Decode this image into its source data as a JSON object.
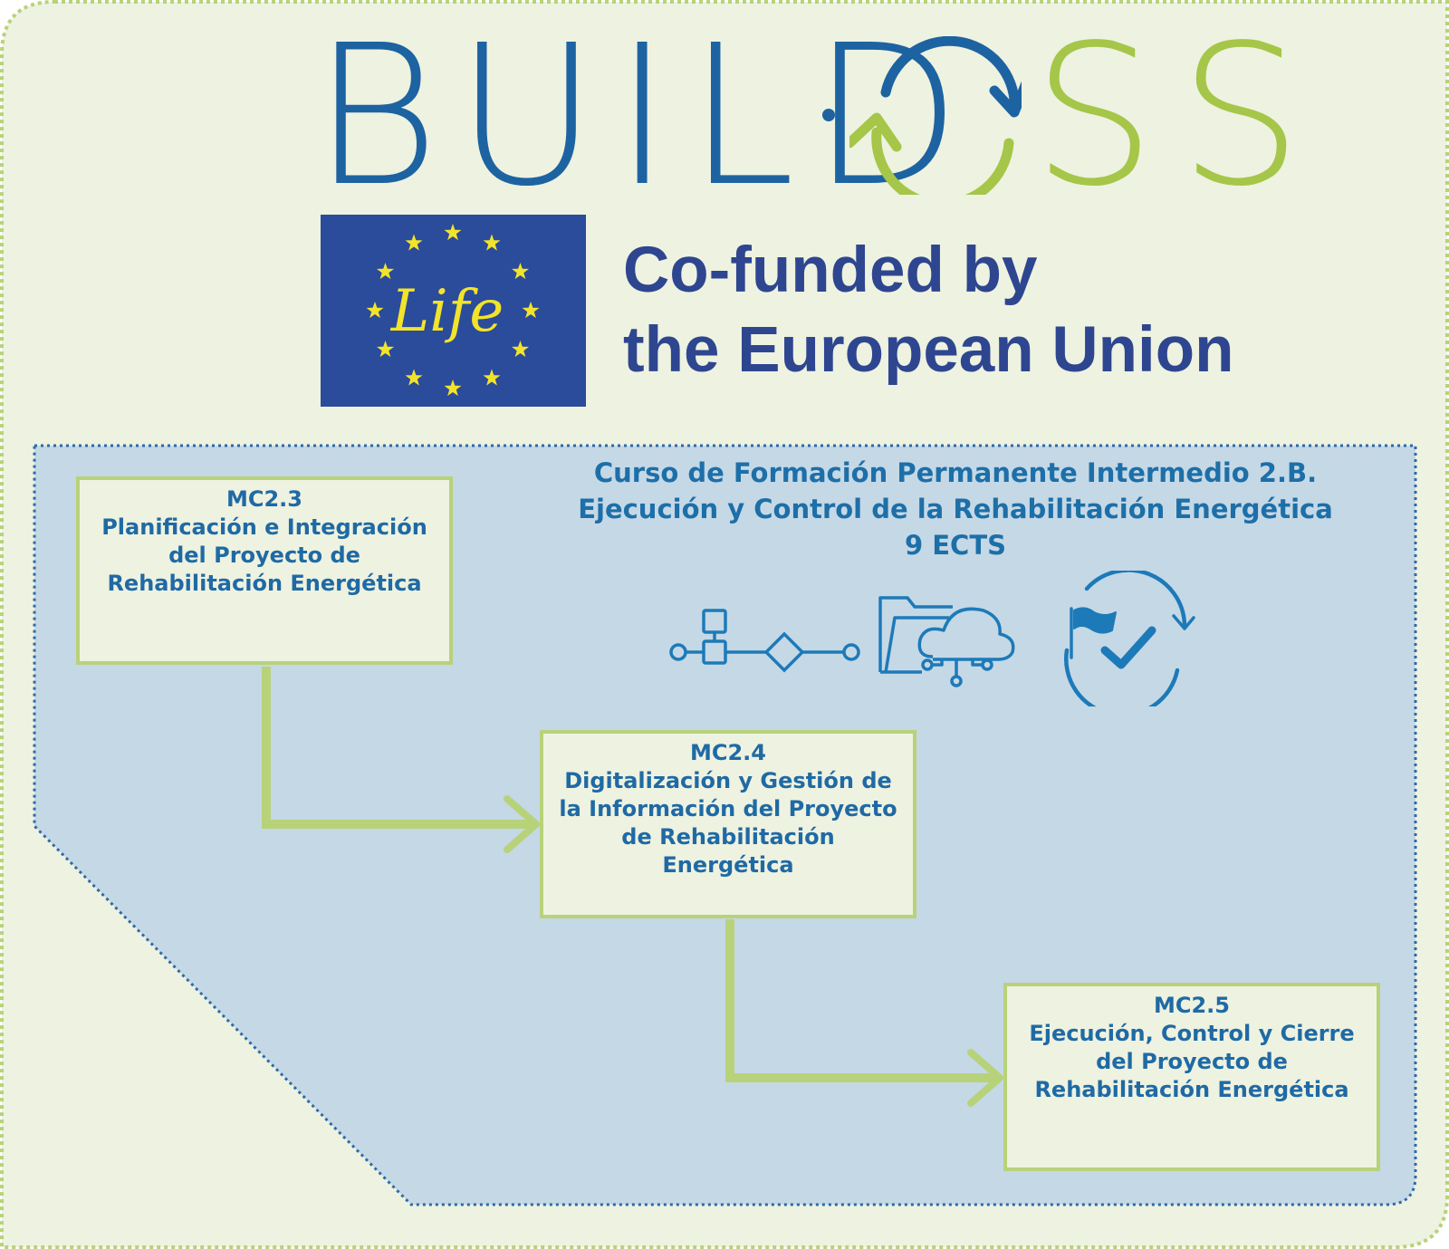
{
  "logo": {
    "build": "BUILD",
    "oss": "SS",
    "colors": {
      "blue": "#1d63a2",
      "green": "#a5c648"
    }
  },
  "eu_badge": {
    "life": "Life",
    "cofunded": "Co-funded by\nthe European Union",
    "colors": {
      "flag": "#2b4b9b",
      "star": "#f2e32b",
      "text": "#2e4690"
    }
  },
  "course": {
    "line1": "Curso de Formación Permanente Intermedio 2.B.",
    "line2": "Ejecución y Control de la Rehabilitación Energética",
    "line3": "9 ECTS"
  },
  "icons": [
    "process-flow-icon",
    "cloud-folder-icon",
    "flag-check-cycle-icon"
  ],
  "modules": [
    {
      "code": "MC2.3",
      "title": "Planificación e Integración del Proyecto de Rehabilitación Energética"
    },
    {
      "code": "MC2.4",
      "title": "Digitalización y Gestión de la Información del Proyecto de Rehabilitación Energética"
    },
    {
      "code": "MC2.5",
      "title": "Ejecución, Control y Cierre del Proyecto de Rehabilitación Energética"
    }
  ],
  "colors": {
    "page_background": "#eef2e0",
    "outer_border": "#b8d27a",
    "panel_fill": "#c5d8e6",
    "panel_border": "#2c6aa8",
    "connector": "#b8d27a",
    "module_text": "#1f6aa5"
  }
}
